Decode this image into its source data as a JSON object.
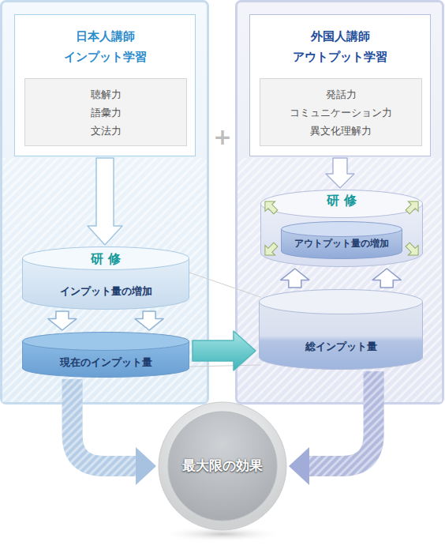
{
  "diagram": {
    "nodes": [
      {
        "text": [
          "日本人講師",
          "インプット学習"
        ]
      },
      {
        "text": [
          "聴解力",
          "語彙力",
          "文法力"
        ],
        "in": 0
      },
      {
        "text": [
          "研 修",
          "インプット量の増加"
        ]
      },
      {
        "text": [
          "現在のインプット量"
        ]
      },
      {
        "text": [
          "外国人講師",
          "アウトプット学習"
        ]
      },
      {
        "text": [
          "発話力",
          "コミュニケーション力",
          "異文化理解力"
        ],
        "in": 4
      },
      {
        "text": [
          "研 修"
        ]
      },
      {
        "text": [
          "アウトプット量の増加"
        ],
        "in": 6
      },
      {
        "text": [
          "総インプット量"
        ]
      },
      {
        "text": [
          "最大限の効果"
        ]
      }
    ],
    "edges": [
      {
        "from": 0,
        "to": 2,
        "arrow": "to"
      },
      {
        "from": 2,
        "to": 3,
        "arrow": "to"
      },
      {
        "from": 2,
        "to": 3,
        "arrow": "to"
      },
      {
        "from": 3,
        "to": 8,
        "arrow": "to"
      },
      {
        "from": 4,
        "to": 6,
        "arrow": "to"
      },
      {
        "from": 8,
        "to": 6,
        "arrow": "to"
      },
      {
        "from": 8,
        "to": 6,
        "arrow": "to"
      },
      {
        "from": 3,
        "to": 9,
        "arrow": "to"
      },
      {
        "from": 8,
        "to": 9,
        "arrow": "to"
      }
    ],
    "labels": [
      "+"
    ]
  }
}
